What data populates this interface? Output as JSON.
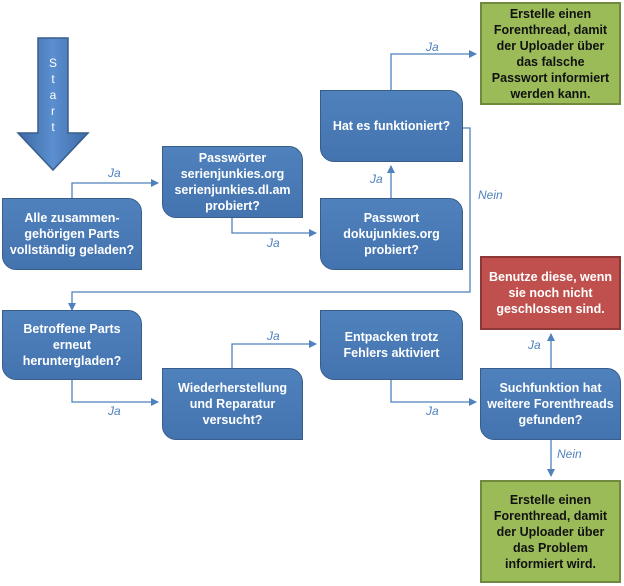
{
  "start": {
    "letters": [
      "S",
      "t",
      "a",
      "r",
      "t"
    ]
  },
  "nodes": {
    "complete": "Alle zusammen-gehörigen Parts vollständig geladen?",
    "passwords_serien": "Passwörter serienjunkies.org serienjunkies.dl.am probiert?",
    "password_doku": "Passwort dokujunkies.org probiert?",
    "worked": "Hat es funktioniert?",
    "thread_password": "Erstelle einen Forenthread, damit der Uploader über das falsche Passwort informiert werden kann.",
    "redownload": "Betroffene Parts erneut heruntergladen?",
    "repair": "Wiederherstellung und Reparatur versucht?",
    "extract": "Entpacken trotz Fehlers aktiviert",
    "search": "Suchfunktion hat weitere Forenthreads gefunden?",
    "use_threads": "Benutze diese, wenn sie noch nicht geschlossen sind.",
    "thread_problem": "Erstelle einen Forenthread, damit der Uploader über das Problem informiert wird."
  },
  "labels": {
    "ja_1": "Ja",
    "ja_2": "Ja",
    "ja_3": "Ja",
    "ja_4": "Ja",
    "nein_1": "Nein",
    "ja_5": "Ja",
    "ja_6": "Ja",
    "ja_7": "Ja",
    "ja_8": "Ja",
    "nein_2": "Nein"
  },
  "colors": {
    "process": "#4f81bd",
    "process_border": "#385d8a",
    "success": "#9bbb59",
    "warning": "#c0504d",
    "connector": "#4f81bd"
  }
}
